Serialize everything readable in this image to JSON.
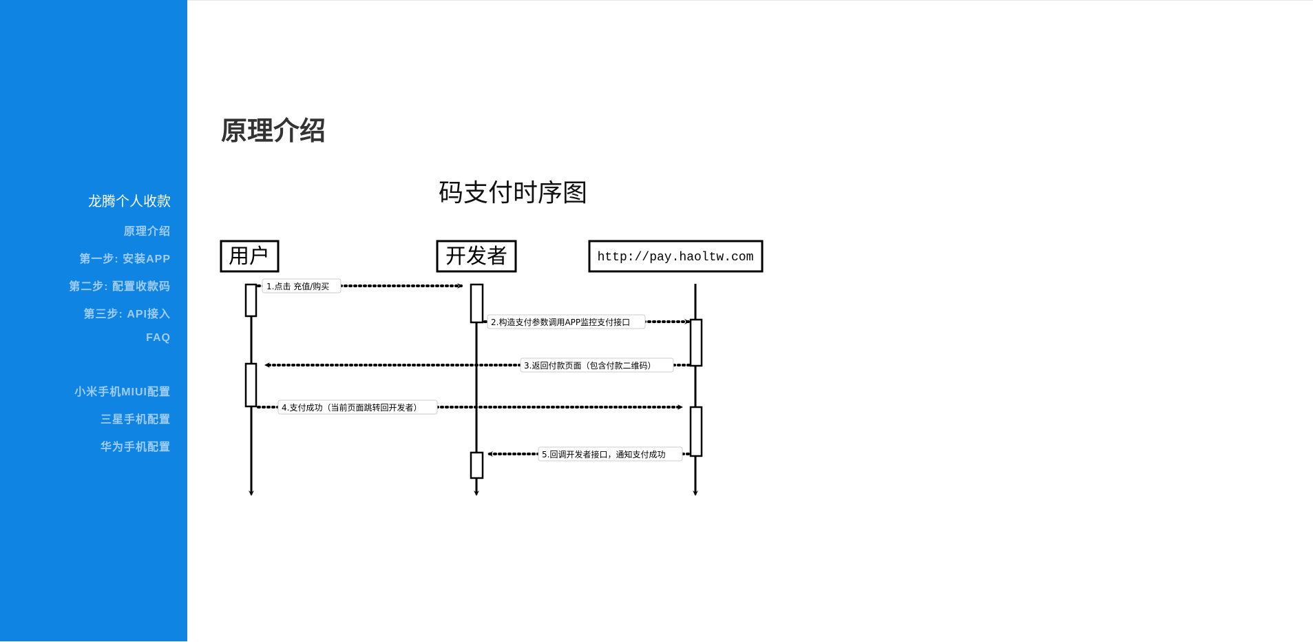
{
  "sidebar": {
    "brand": "龙腾个人收款",
    "items": [
      {
        "label": "原理介绍"
      },
      {
        "label": "第一步: 安装APP"
      },
      {
        "label": "第二步: 配置收款码"
      },
      {
        "label": "第三步: API接入"
      },
      {
        "label": "FAQ"
      },
      {
        "label": "小米手机MIUI配置"
      },
      {
        "label": "三星手机配置"
      },
      {
        "label": "华为手机配置"
      }
    ]
  },
  "main": {
    "title": "原理介绍",
    "diagram": {
      "title": "码支付时序图",
      "actors": [
        "用户",
        "开发者",
        "http://pay.haoltw.com"
      ],
      "messages": [
        "1.点击 充值/购买",
        "2.构造支付参数调用APP监控支付接口",
        "3.返回付款页面（包含付款二维码）",
        "4.支付成功（当前页面跳转回开发者）",
        "5.回调开发者接口，通知支付成功"
      ]
    }
  }
}
